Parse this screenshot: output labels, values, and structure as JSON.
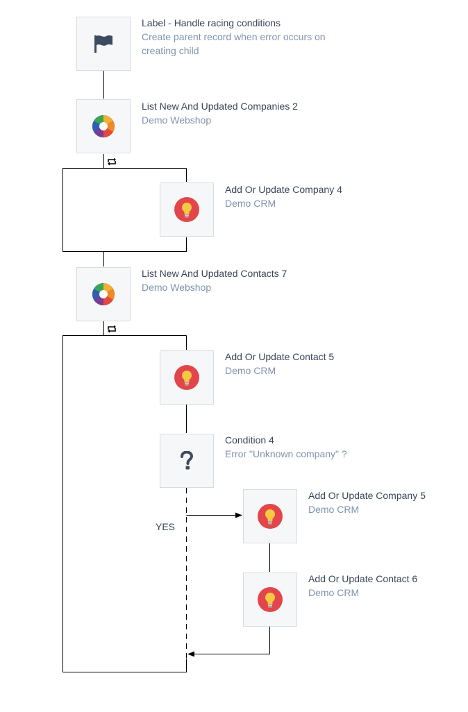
{
  "nodes": {
    "label_handle": {
      "title": "Label - Handle racing conditions",
      "subtitle": "Create parent record when error occurs on creating child",
      "icon": "flag-icon"
    },
    "list_companies": {
      "title": "List New And Updated Companies 2",
      "subtitle": "Demo Webshop",
      "icon": "webshop-aperture-icon"
    },
    "update_company_4": {
      "title": "Add Or Update Company 4",
      "subtitle": "Demo CRM",
      "icon": "lightbulb-icon"
    },
    "list_contacts": {
      "title": "List New And Updated Contacts 7",
      "subtitle": "Demo Webshop",
      "icon": "webshop-aperture-icon"
    },
    "update_contact_5": {
      "title": "Add Or Update Contact 5",
      "subtitle": "Demo CRM",
      "icon": "lightbulb-icon"
    },
    "condition_4": {
      "title": "Condition 4",
      "subtitle": "Error \"Unknown company\" ?",
      "icon": "question-mark-icon"
    },
    "update_company_5": {
      "title": "Add Or Update Company 5",
      "subtitle": "Demo CRM",
      "icon": "lightbulb-icon"
    },
    "update_contact_6": {
      "title": "Add Or Update Contact 6",
      "subtitle": "Demo CRM",
      "icon": "lightbulb-icon"
    }
  },
  "branch": {
    "yes_label": "YES"
  },
  "colors": {
    "node_bg": "#f6f7f9",
    "node_border": "#d6dbe2",
    "title_text": "#3a4658",
    "subtitle_text": "#8093ad",
    "crm_red": "#e2464b",
    "bulb_yellow": "#f7c844",
    "flag": "#3d4b61",
    "connector": "#000000"
  }
}
